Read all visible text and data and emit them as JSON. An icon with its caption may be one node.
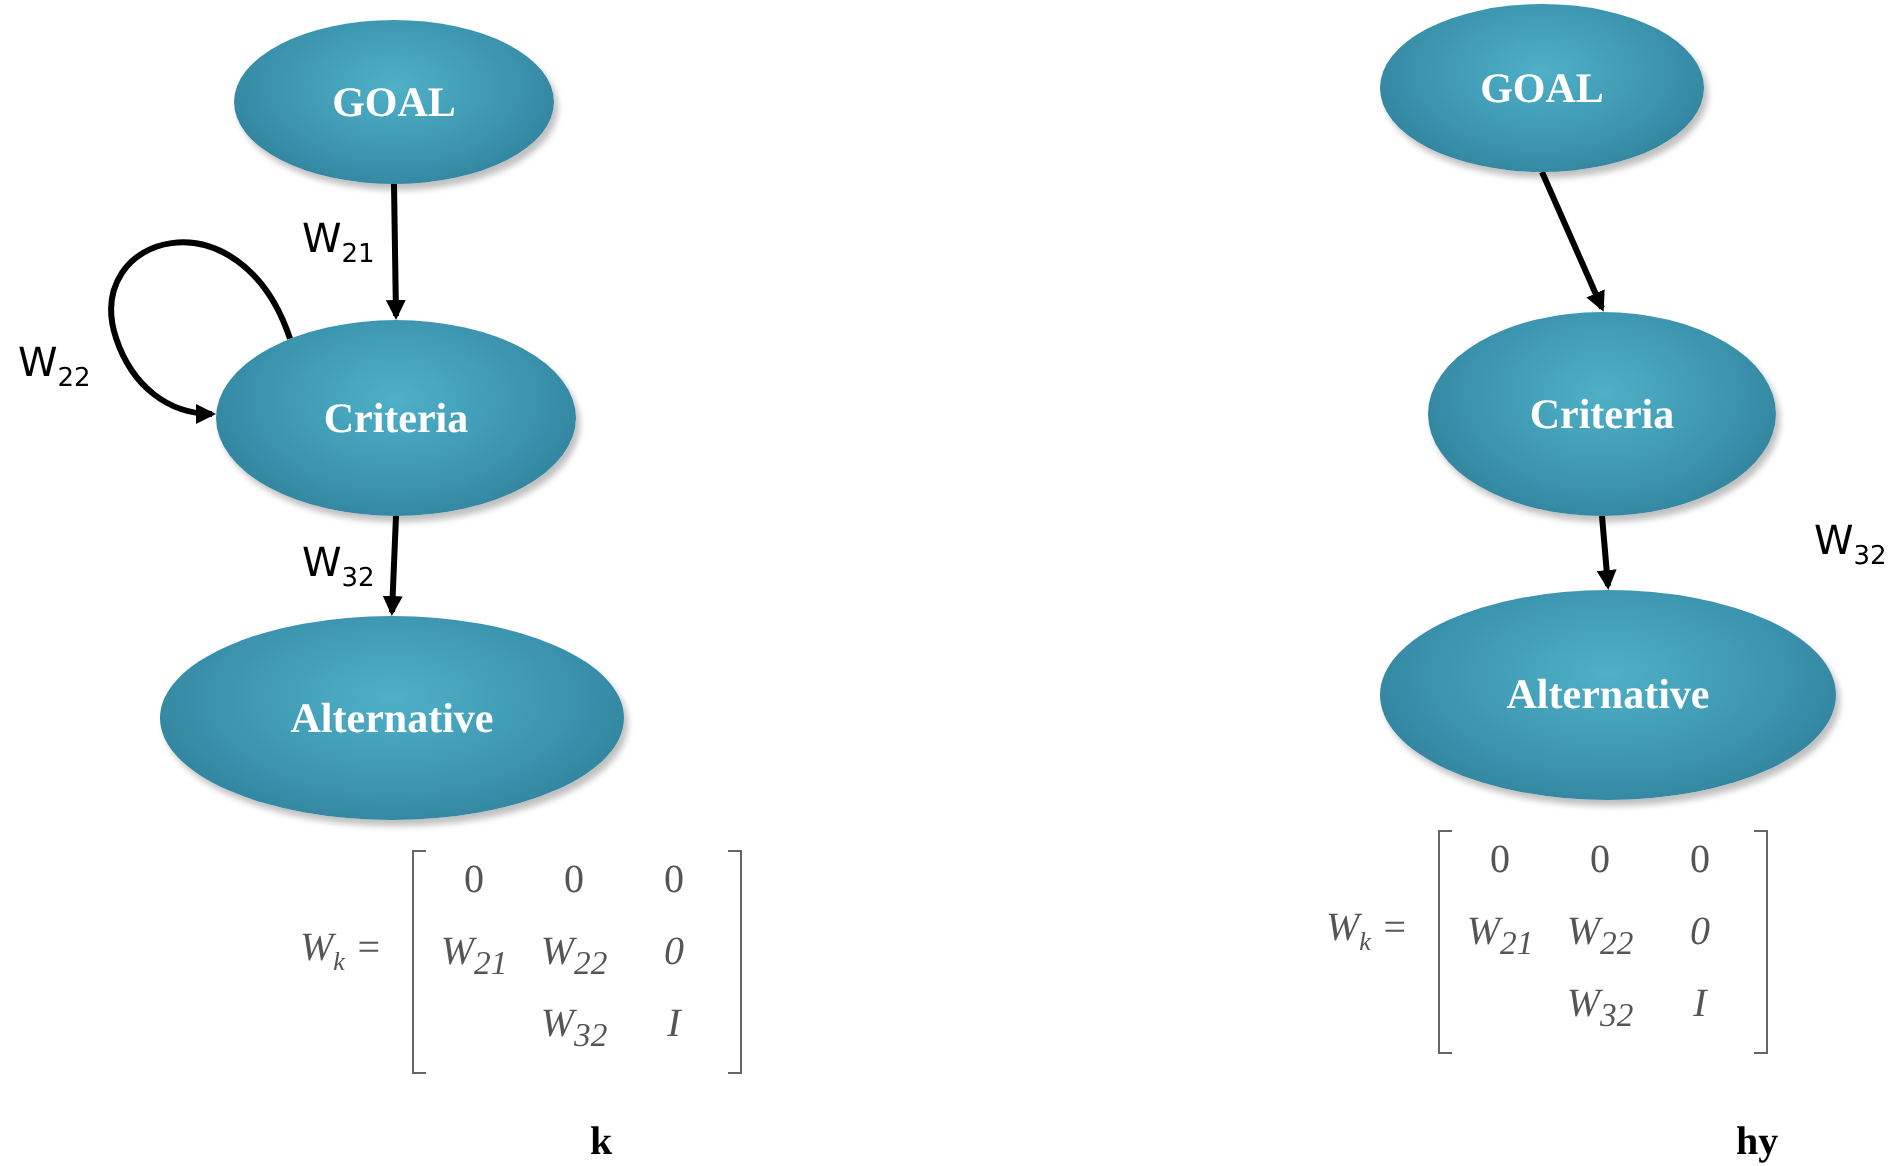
{
  "diagram": {
    "nodes": [
      {
        "text": [
          "GOAL"
        ]
      },
      {
        "text": [
          "Criteria"
        ]
      },
      {
        "text": [
          "Alternative"
        ]
      },
      {
        "text": [
          "GOAL"
        ]
      },
      {
        "text": [
          "Criteria"
        ]
      },
      {
        "text": [
          "Alternative"
        ]
      }
    ],
    "edges": [
      {
        "from": 0,
        "to": 1,
        "arrow": "to",
        "label": "W$_{21}$"
      },
      {
        "from": 1,
        "to": 1,
        "arrow": "to",
        "label": "W$_{22}$"
      },
      {
        "from": 1,
        "to": 2,
        "arrow": "to",
        "label": "W$_{32}$"
      },
      {
        "from": 3,
        "to": 4,
        "arrow": "to"
      },
      {
        "from": 4,
        "to": 5,
        "arrow": "to"
      }
    ],
    "labels": [
      "W$_{32}$",
      "W$_{k}$ =",
      "0",
      "0",
      "0",
      "W$_{21}$",
      "W$_{22}$",
      "0",
      "W$_{32}$",
      "I",
      "W$_{k}$ =",
      "0",
      "0",
      "0",
      "W$_{21}$",
      "W$_{22}$",
      "0",
      "W$_{32}$",
      "I",
      "k",
      "hy"
    ]
  }
}
